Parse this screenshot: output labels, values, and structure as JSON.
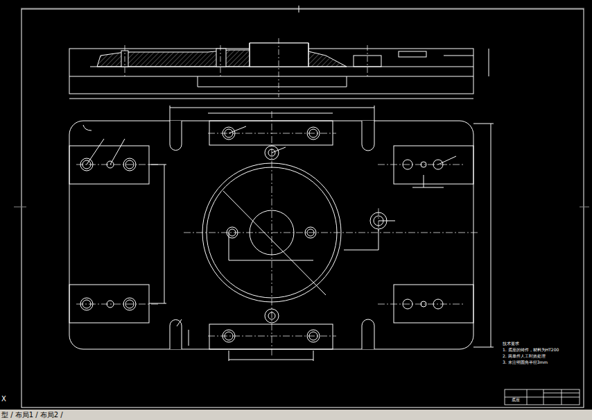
{
  "diagram": {
    "labels": [
      "技术要求",
      "1. 底座的铸件，材料为HT200",
      "2. 两单件人工时效处理",
      "3. 未注明圆角半径3mm",
      "底座",
      "型 / 布局1 / 布局2 /",
      "X"
    ]
  }
}
